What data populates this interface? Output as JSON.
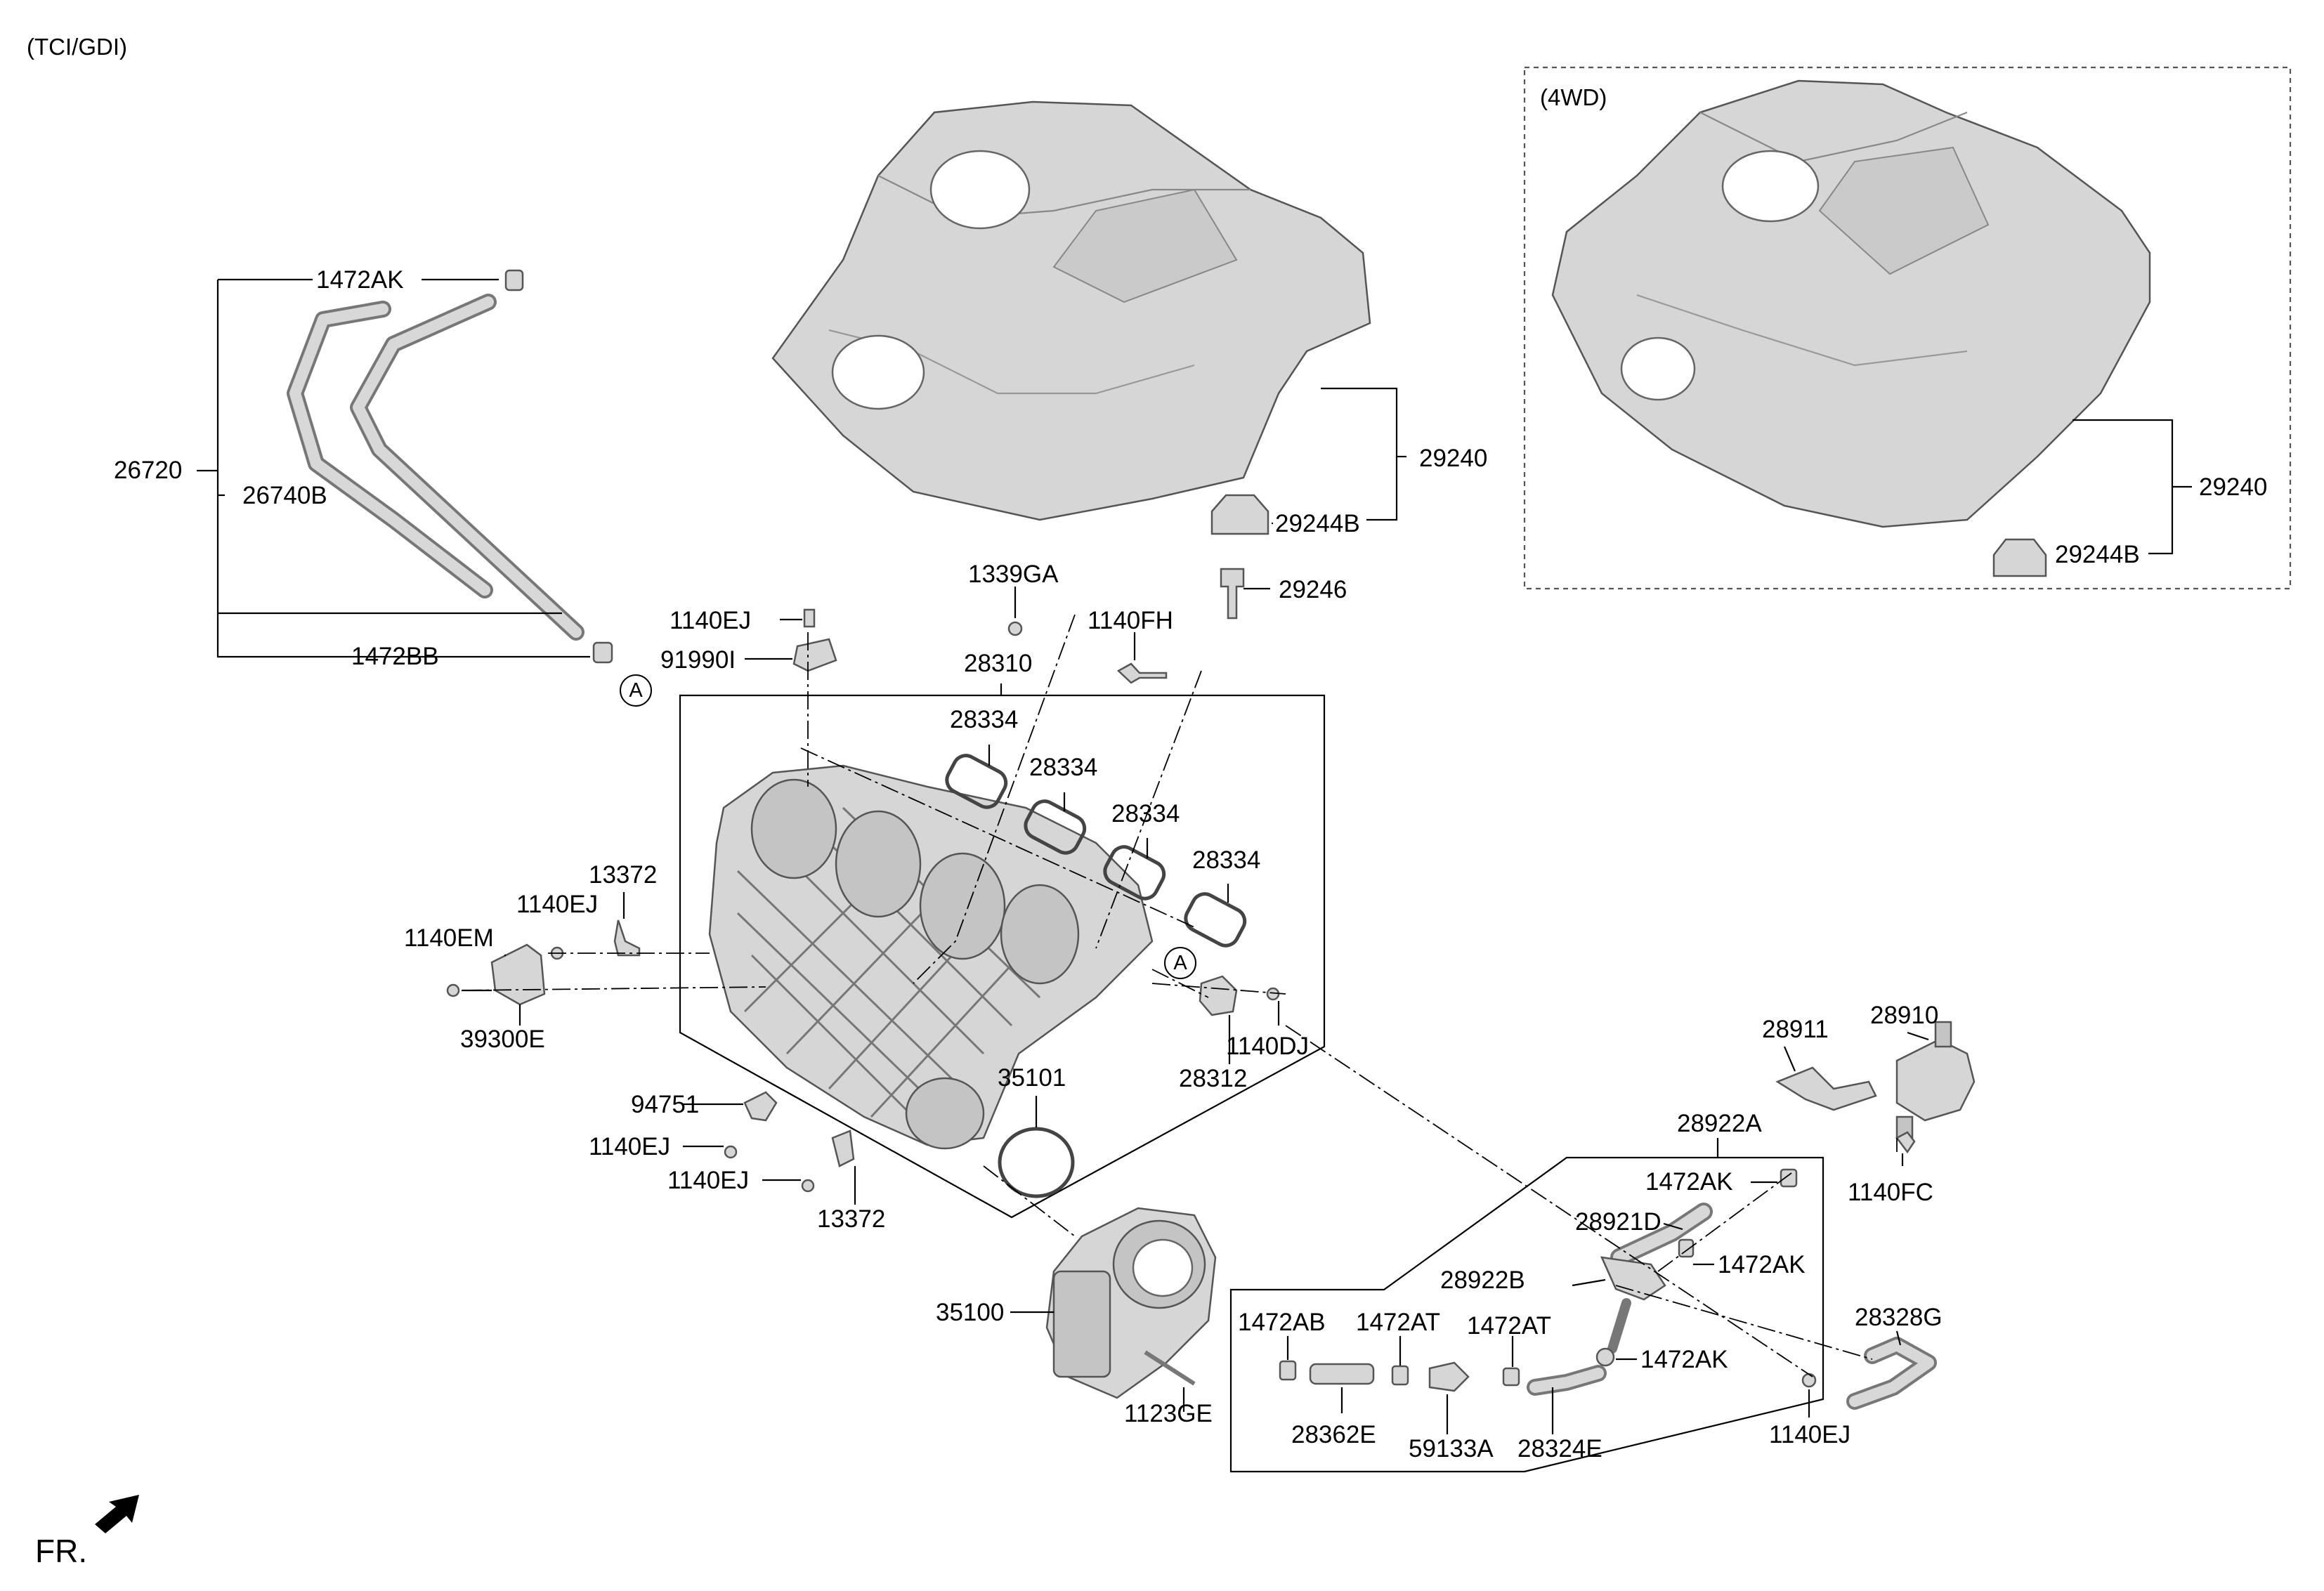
{
  "header": {
    "variant": "(TCI/GDI)"
  },
  "inset": {
    "label": "(4WD)"
  },
  "orientation": {
    "label": "FR."
  },
  "refs": {
    "a1": "A",
    "a2": "A"
  },
  "labels": {
    "l_1472AK_top": "1472AK",
    "l_26720": "26720",
    "l_26740B": "26740B",
    "l_1472BB": "1472BB",
    "l_29240_main": "29240",
    "l_29244B_main": "29244B",
    "l_29246": "29246",
    "l_29240_4wd": "29240",
    "l_29244B_4wd": "29244B",
    "l_1339GA": "1339GA",
    "l_1140EJ_a": "1140EJ",
    "l_91990I": "91990I",
    "l_28310": "28310",
    "l_1140FH": "1140FH",
    "l_28334_1": "28334",
    "l_28334_2": "28334",
    "l_28334_3": "28334",
    "l_28334_4": "28334",
    "l_13372_a": "13372",
    "l_1140EJ_b": "1140EJ",
    "l_1140EM": "1140EM",
    "l_39300E": "39300E",
    "l_1140DJ": "1140DJ",
    "l_28312": "28312",
    "l_35101": "35101",
    "l_94751": "94751",
    "l_1140EJ_c": "1140EJ",
    "l_1140EJ_d": "1140EJ",
    "l_13372_b": "13372",
    "l_35100": "35100",
    "l_1123GE": "1123GE",
    "l_28911": "28911",
    "l_28910": "28910",
    "l_28922A": "28922A",
    "l_1472AK_b": "1472AK",
    "l_1140FC": "1140FC",
    "l_28921D": "28921D",
    "l_1472AK_c": "1472AK",
    "l_28922B": "28922B",
    "l_1472AB": "1472AB",
    "l_1472AT_a": "1472AT",
    "l_1472AT_b": "1472AT",
    "l_1472AK_d": "1472AK",
    "l_28328G": "28328G",
    "l_28362E": "28362E",
    "l_59133A": "59133A",
    "l_28324E": "28324E",
    "l_1140EJ_e": "1140EJ"
  }
}
